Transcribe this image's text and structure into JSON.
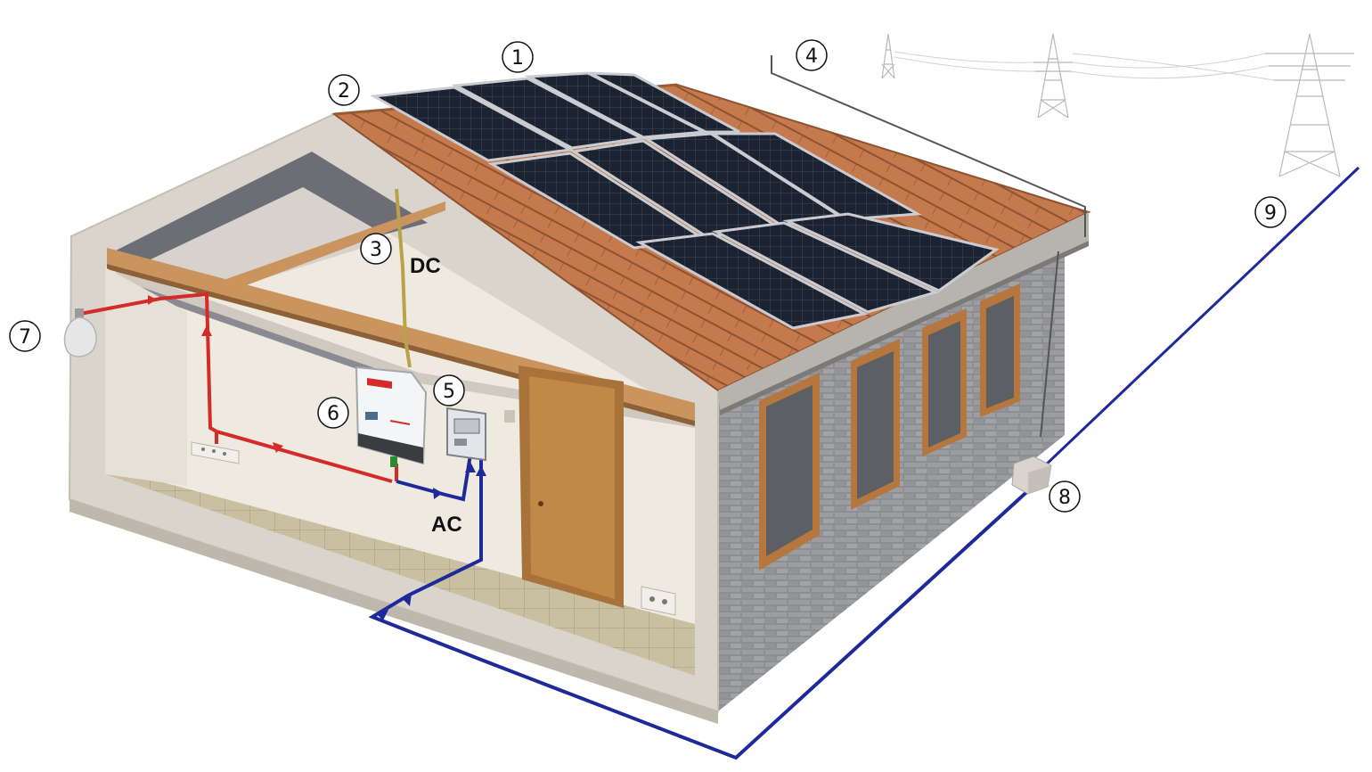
{
  "labels": {
    "dc": "DC",
    "ac": "AC"
  },
  "callouts": [
    "1",
    "2",
    "3",
    "4",
    "5",
    "6",
    "7",
    "8",
    "9"
  ],
  "callout_meaning": {
    "1": "solar-panels",
    "2": "mounting-structure",
    "3": "dc-cable",
    "4": "roof",
    "5": "energy-meter",
    "6": "inverter",
    "7": "light-bulb-load",
    "8": "grid-connection-box",
    "9": "utility-grid-line"
  },
  "colors": {
    "ac_load_wire": "#d42a2a",
    "grid_wire": "#1f2a9a",
    "dc_cable": "#b8a24a",
    "roof_tile": "#c47a4c",
    "panel": "#1c2431",
    "wall": "#e3ddd4",
    "brick": "#8a8a8c",
    "door": "#b0783e",
    "inverter_brand": "#d42a2a"
  },
  "icons": {
    "panel": "solar-panel-icon",
    "inverter": "inverter-icon",
    "meter": "meter-icon",
    "bulb": "light-bulb-icon",
    "tower": "power-tower-icon",
    "junction": "junction-box-icon"
  }
}
